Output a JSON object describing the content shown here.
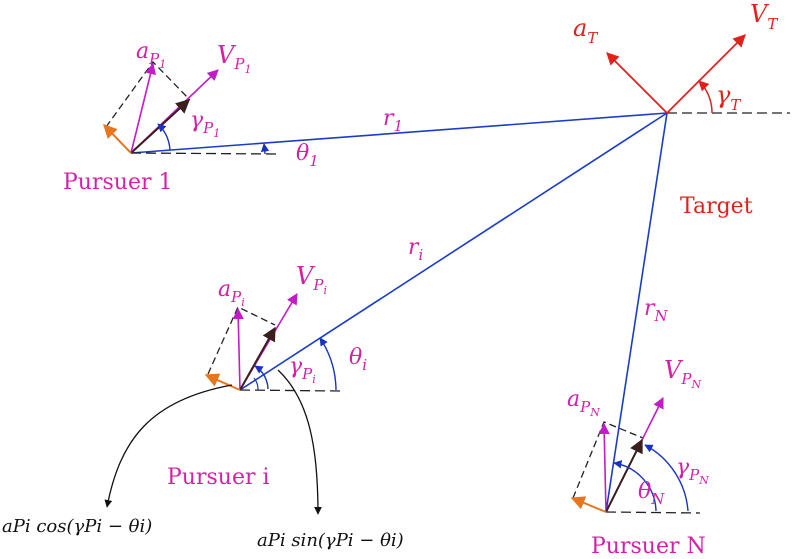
{
  "colors": {
    "line_of_sight": "#1a3cc8",
    "pursuer_label": "#d61fa8",
    "target_label": "#e0221b",
    "velocity_vector": "#3b1f1f",
    "accel_component": "#e8761f",
    "reference_line": "#222222"
  },
  "target": {
    "name": "Target",
    "velocity": "V",
    "velocity_sub": "T",
    "accel": "a",
    "accel_sub": "T",
    "heading_angle": "γ",
    "heading_sub": "T"
  },
  "pursuer_1": {
    "name": "Pursuer 1",
    "range": "r",
    "range_sub": "1",
    "los_angle": "θ",
    "los_sub": "1",
    "velocity": "V",
    "velocity_sub": "P",
    "velocity_subsub": "1",
    "accel": "a",
    "accel_sub": "P",
    "accel_subsub": "1",
    "heading_angle": "γ",
    "heading_sub": "P",
    "heading_subsub": "1"
  },
  "pursuer_i": {
    "name": "Pursuer i",
    "range": "r",
    "range_sub": "i",
    "los_angle": "θ",
    "los_sub": "i",
    "velocity": "V",
    "velocity_sub": "P",
    "velocity_subsub": "i",
    "accel": "a",
    "accel_sub": "P",
    "accel_subsub": "i",
    "heading_angle": "γ",
    "heading_sub": "P",
    "heading_subsub": "i",
    "cos_component": "aPi cos(γPi − θi)",
    "sin_component": "aPi sin(γPi − θi)"
  },
  "pursuer_n": {
    "name": "Pursuer N",
    "range": "r",
    "range_sub": "N",
    "los_angle": "θ",
    "los_sub": "N",
    "velocity": "V",
    "velocity_sub": "P",
    "velocity_subsub": "N",
    "accel": "a",
    "accel_sub": "P",
    "accel_subsub": "N",
    "heading_angle": "γ",
    "heading_sub": "P",
    "heading_subsub": "N"
  }
}
